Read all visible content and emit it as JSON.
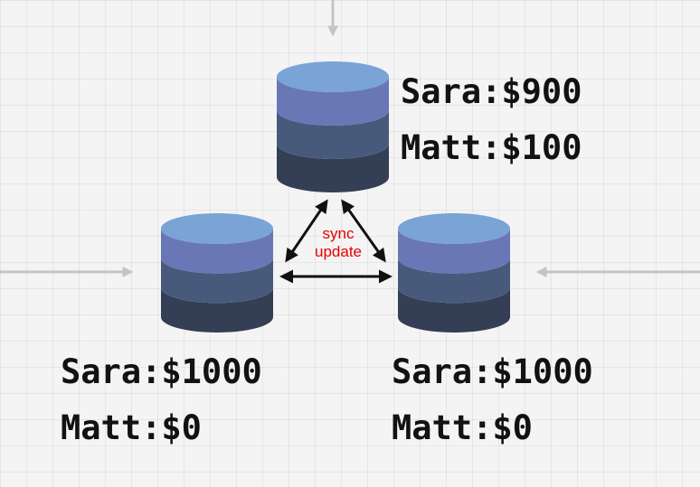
{
  "colors": {
    "db_top": "#7aa3d6",
    "db_layer1": "#6a77b6",
    "db_layer2": "#485a7c",
    "db_layer3": "#343e54",
    "sync_text": "#e60000",
    "arrow": "#111111",
    "incoming_arrow": "#c4c4c4"
  },
  "icons": [
    "database-icon",
    "double-headed-arrow-icon",
    "incoming-arrow-icon"
  ],
  "databases": {
    "top": {
      "line1": "Sara:$900",
      "line2": "Matt:$100"
    },
    "left": {
      "line1": "Sara:$1000",
      "line2": "Matt:$0"
    },
    "right": {
      "line1": "Sara:$1000",
      "line2": "Matt:$0"
    }
  },
  "sync": {
    "line1": "sync",
    "line2": "update"
  }
}
